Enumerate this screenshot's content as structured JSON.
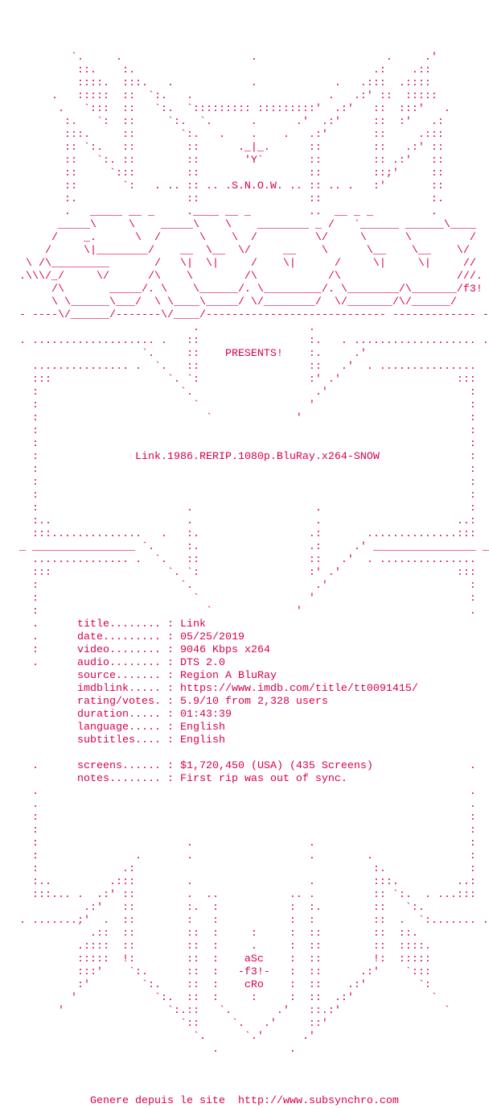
{
  "info_separator": " : ",
  "lines": [
    "        `.     .                    .                    .     .'",
    "         ::.    :.                                     .:    .::",
    "         ::::.  :::.   .            .            .   .:::  .::::",
    "     .   :::::  ::  `:.   .                     .   .:' ::  :::::",
    "      .   `:::  ::   `:.  `::::::::: :::::::::'  .:'   ::  :::'   .",
    "       :.   `:  ::     `:.  `.      .      .'  .:'     ::  :'   .:",
    "       :::.     ::       `:.   .    .    .   .:'       ::     .:::",
    "       :: `:.   ::        ::      ._|_.      ::        ::   .:' ::",
    "       ::   `:. ::        ::       'Y`       ::        :: .:'   ::",
    "       ::     `:::        ::                 ::        ::;'     ::",
    "       ::       `:   . .. :: .. .S.N.O.W. .. :: .. .   :'       ::",
    "       :.                 ::                 ::                 :.",
    "       .   _____ __ _     .____ __ _         ..  __ _ _         .",
    "      _____\\     \\    _____\\    \\    ________ _ /   `______ ______\\____",
    "     /    _.      \\  /      \\    \\  /         \\/     \\      \\         /",
    "    /     \\|________/    __  \\__  \\/     __    \\      \\__    \\__    \\/",
    " \\ /\\_________       /   \\|  \\|     /    \\|      /     \\|     \\|     //",
    ".\\\\\\/_/     \\/      /\\    \\        /\\           /\\                  ///.",
    "     /\\       _____/. \\    \\______/. \\_________/. \\________/\\_______/f3!",
    "     \\ \\______\\___/  \\ \\____\\_____/ \\/________/  \\/_______/\\/______/",
    "- ----\\/______/-------\\/____/---------------------------- ------------- -",
    "                           .                 .",
    ". ................... .   ::                 :.   . ................... .",
    "                   `.     ::    PRESENTS!    :.     .'",
    "  ............... .  `.   ::                 ::   .'  . ...............",
    "  :::                  `. `:                 :' .'                  :::",
    "  :                      `.                   .'                      :",
    "  :                        `                 '                        :",
    "  :                          `             '                          :",
    "  :                                                                   :",
    "  :                                                                   :",
    {
      "left": "  :               ",
      "name": "Link.1986.RERIP.1080p.BluRay.x264-SNOW",
      "right": ":"
    },
    "  :                                                                   :",
    "  :                                                                   :",
    "  :                                                                   :",
    "  :                       .                   .                       :",
    "  :..                     .                   .                     ..:",
    "  :::..............   .   :.                 .:       ..............:::",
    "_ ________________ `.     :.                 .:     .' ________________ _",
    "  ............... .  `.   ::                 ::   .'  . ...............",
    "  :::                  `. `:                 :' .'                  :::",
    "  :                      `.                   .'                      :",
    "  :                        `                 '                        :",
    "  :                          `             '                          .",
    {
      "left": "  .      ",
      "key": "title........",
      "value": "Link"
    },
    {
      "left": "  .      ",
      "key": "date.........",
      "value": "05/25/2019"
    },
    {
      "left": "  :      ",
      "key": "video........",
      "value": "9046 Kbps x264"
    },
    {
      "left": "  .      ",
      "key": "audio........",
      "value": "DTS 2.0"
    },
    {
      "left": "         ",
      "key": "source.......",
      "value": "Region A BluRay"
    },
    {
      "left": "         ",
      "key": "imdblink.....",
      "value": "https://www.imdb.com/title/tt0091415/"
    },
    {
      "left": "         ",
      "key": "rating/votes.",
      "value": "5.9/10 from 2,328 users"
    },
    {
      "left": "         ",
      "key": "duration.....",
      "value": "01:43:39"
    },
    {
      "left": "         ",
      "key": "language.....",
      "value": "English"
    },
    {
      "left": "         ",
      "key": "subtitles....",
      "value": "English"
    },
    "",
    {
      "left": "  .      ",
      "key": "screens......",
      "value": "$1,720,450 (USA) (435 Screens)",
      "right": "."
    },
    {
      "left": "         ",
      "key": "notes........",
      "value": "First rip was out of sync."
    },
    "  .                                                                   .",
    "  .                                                                   .",
    "  :                                                                   :",
    "  :                                                                   :",
    "  :                       .                  .                        :",
    "  :               .       .                  .        .               :",
    "  :             .:                                     :.             :",
    "  :..         .:::        .                  .         :::.         ..:",
    "  :::... .  .:' ::        .  ..           .. .         :: `:.  . ...:::",
    "          .:'   ::        :.  :           :  :.        ::   `:.",
    ". .......;'  .  ::        :   :           :  :         ::  .  `:....... .",
    "           .::  ::        ::  :     :     :  ::        ::  ::.",
    "         .::::  ::        ::  :     .     :  ::        ::  ::::.",
    "         :::::  !:        ::  :    aSc    :  ::        !:  :::::",
    "         :::'    `:.      ::  :   -f3!-   :  ::      .:'    `:::",
    "         :'        `:.    ::  :    cRo    :  ::    .:'        `:",
    "        '            `:.  ::  :     :     :  ::  .:'            `",
    "      '                `:.::   `.       .'   ::.:'                `",
    "                         `::     `.   .'     ::'",
    "                           `.      `.'      .'",
    "                              .           ."
  ],
  "footer": {
    "text": "Genere depuis le site  ",
    "link": "http://www.subsynchro.com"
  },
  "colors": {
    "text": "#d8004f",
    "background": "#ffffff"
  }
}
